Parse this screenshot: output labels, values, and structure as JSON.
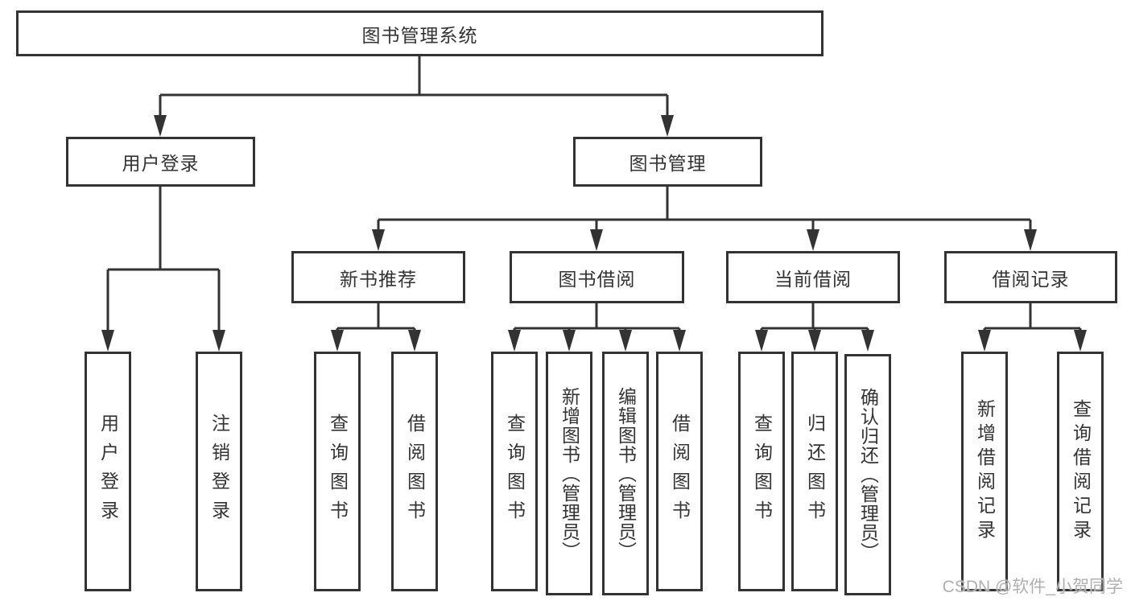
{
  "diagram": {
    "root": {
      "label": "图书管理系统"
    },
    "level2": [
      {
        "label": "用户登录"
      },
      {
        "label": "图书管理"
      }
    ],
    "level3": [
      {
        "label": "新书推荐"
      },
      {
        "label": "图书借阅"
      },
      {
        "label": "当前借阅"
      },
      {
        "label": "借阅记录"
      }
    ],
    "leaves": {
      "login": [
        "用户登录",
        "注销登录"
      ],
      "recommend": [
        "查询图书",
        "借阅图书"
      ],
      "borrow": [
        "查询图书",
        "新增图书（管理员）",
        "编辑图书（管理员）",
        "借阅图书"
      ],
      "current": [
        "查询图书",
        "归还图书",
        "确认归还（管理员）"
      ],
      "records": [
        "新增借阅记录",
        "查询借阅记录"
      ]
    }
  },
  "watermark": {
    "text": "CSDN @软件_小贺同学"
  },
  "colors": {
    "line": "#333333",
    "box_border": "#333333",
    "box_bg": "#ffffff",
    "text": "#333333",
    "watermark": "#b0b0b0"
  }
}
